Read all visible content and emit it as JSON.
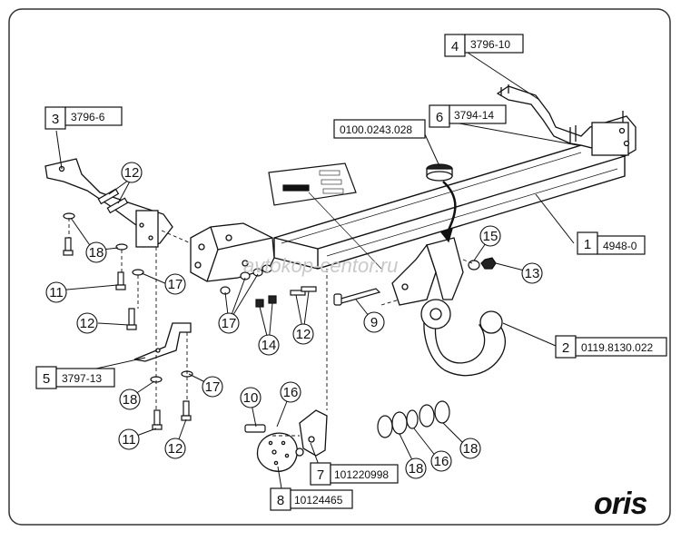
{
  "parts": [
    {
      "number": "1",
      "code": "4948-0"
    },
    {
      "number": "2",
      "code": "0119.8130.022"
    },
    {
      "number": "3",
      "code": "3796-6"
    },
    {
      "number": "4",
      "code": "3796-10"
    },
    {
      "number": "5",
      "code": "3797-13"
    },
    {
      "number": "6",
      "code": "3794-14"
    },
    {
      "number": "7",
      "code": "101220998"
    },
    {
      "number": "8",
      "code": "10124465"
    }
  ],
  "plain_code": "0100.0243.028",
  "callouts": {
    "c9": "9",
    "c10": "10",
    "c11a": "11",
    "c11b": "11",
    "c12a": "12",
    "c12b": "12",
    "c12c": "12",
    "c12d": "12",
    "c13": "13",
    "c14": "14",
    "c15": "15",
    "c16a": "16",
    "c16b": "16",
    "c17a": "17",
    "c17b": "17",
    "c17c": "17",
    "c18a": "18",
    "c18b": "18",
    "c18c": "18",
    "c18d": "18"
  },
  "watermark": "avtokop-centor.ru",
  "brand": "oris",
  "colors": {
    "line": "#111111",
    "frame": "#333333",
    "background": "#ffffff"
  }
}
